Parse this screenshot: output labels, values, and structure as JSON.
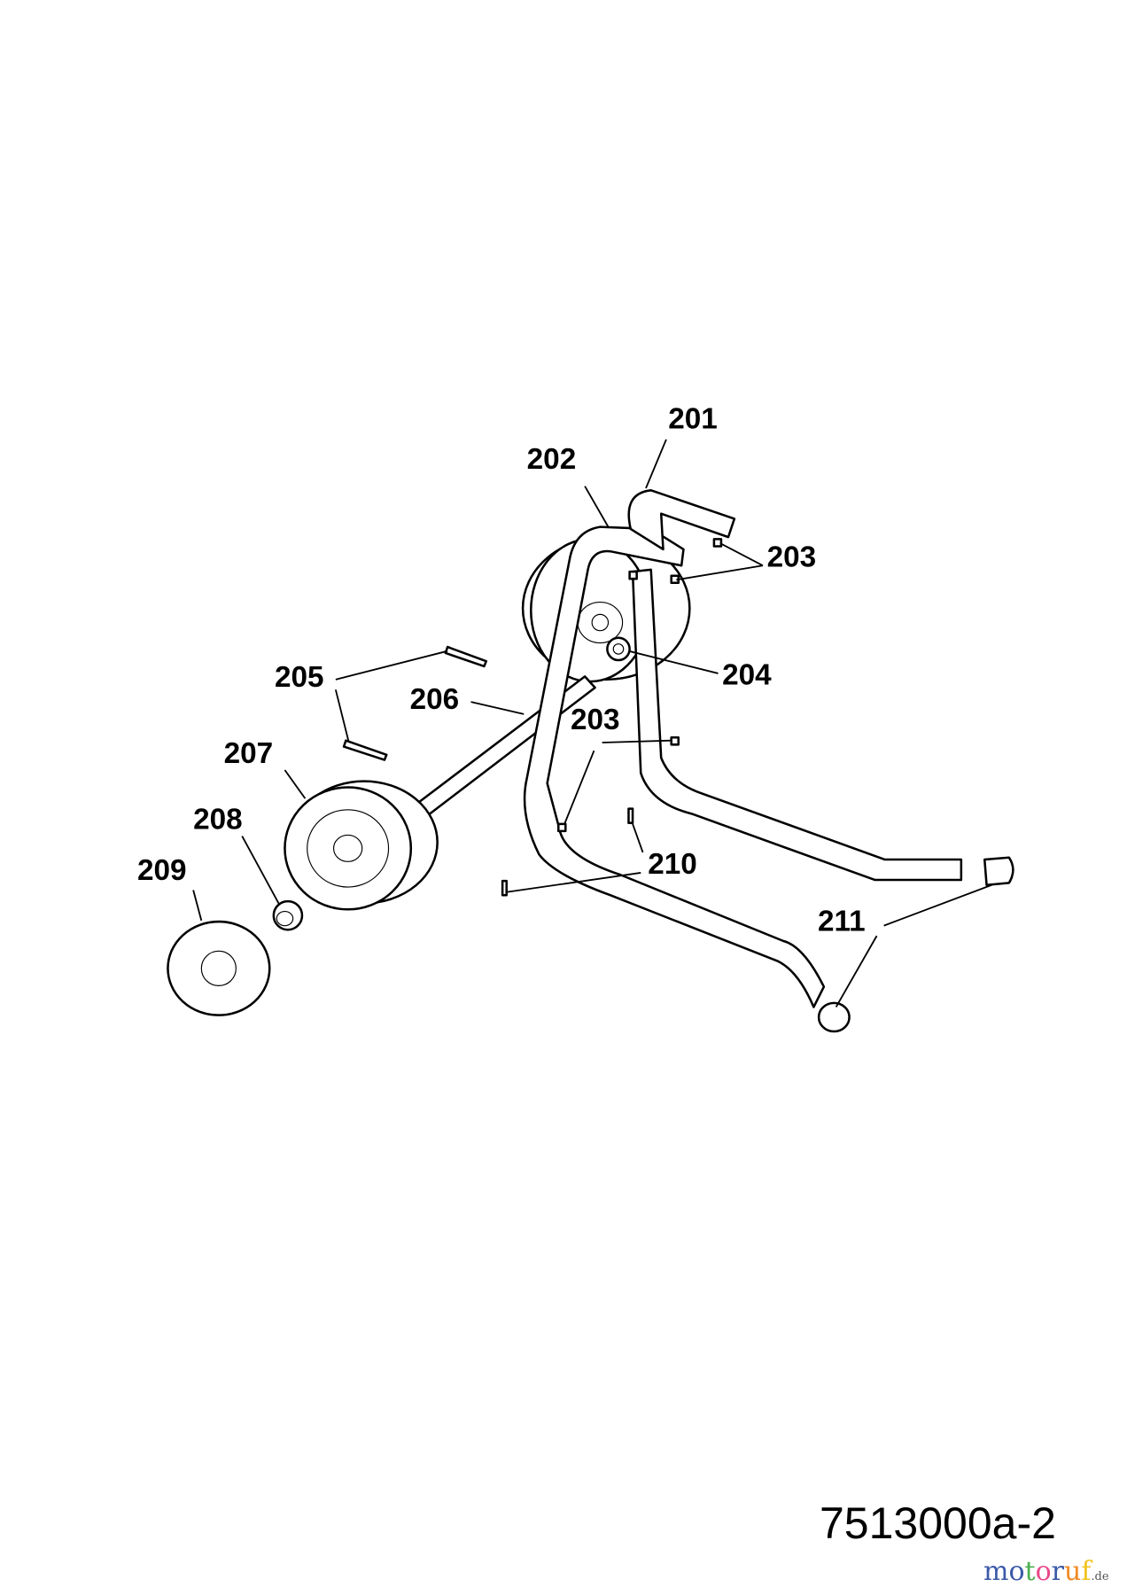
{
  "labels": {
    "l201": "201",
    "l202": "202",
    "l203a": "203",
    "l204": "204",
    "l205": "205",
    "l206": "206",
    "l207": "207",
    "l208": "208",
    "l203b": "203",
    "l209": "209",
    "l210": "210",
    "l211": "211"
  },
  "drawing_code": "7513000a-2",
  "logo": {
    "text": "motoruf",
    "suffix": ".de",
    "letters": [
      [
        "m",
        "#3b5aa8"
      ],
      [
        "o",
        "#3b5aa8"
      ],
      [
        "t",
        "#4caf50"
      ],
      [
        "o",
        "#e84a8a"
      ],
      [
        "r",
        "#3b5aa8"
      ],
      [
        "u",
        "#f08a24"
      ],
      [
        "f",
        "#f2c21a"
      ]
    ]
  }
}
